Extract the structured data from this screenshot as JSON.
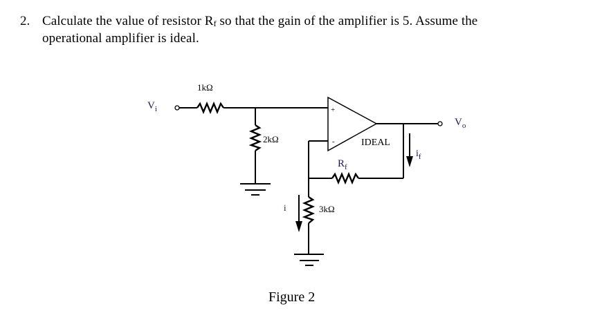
{
  "question": {
    "number": "2.",
    "line1_a": "Calculate the value of resistor R",
    "line1_sub": "f",
    "line1_b": " so that the gain of the amplifier is 5. Assume the",
    "line2": "operational amplifier is ideal."
  },
  "circuit": {
    "input_label": "V",
    "input_sub": "i",
    "output_label": "V",
    "output_sub": "o",
    "r_series_label": "1kΩ",
    "r_shunt_label": "2kΩ",
    "r_ground_label": "3kΩ",
    "rf_label": "R",
    "rf_sub": "f",
    "opamp_label": "IDEAL",
    "opamp_plus": "+",
    "opamp_minus": "-",
    "current_i_label": "i",
    "current_if_label": "i",
    "current_if_sub": "f"
  },
  "caption": "Figure 2"
}
